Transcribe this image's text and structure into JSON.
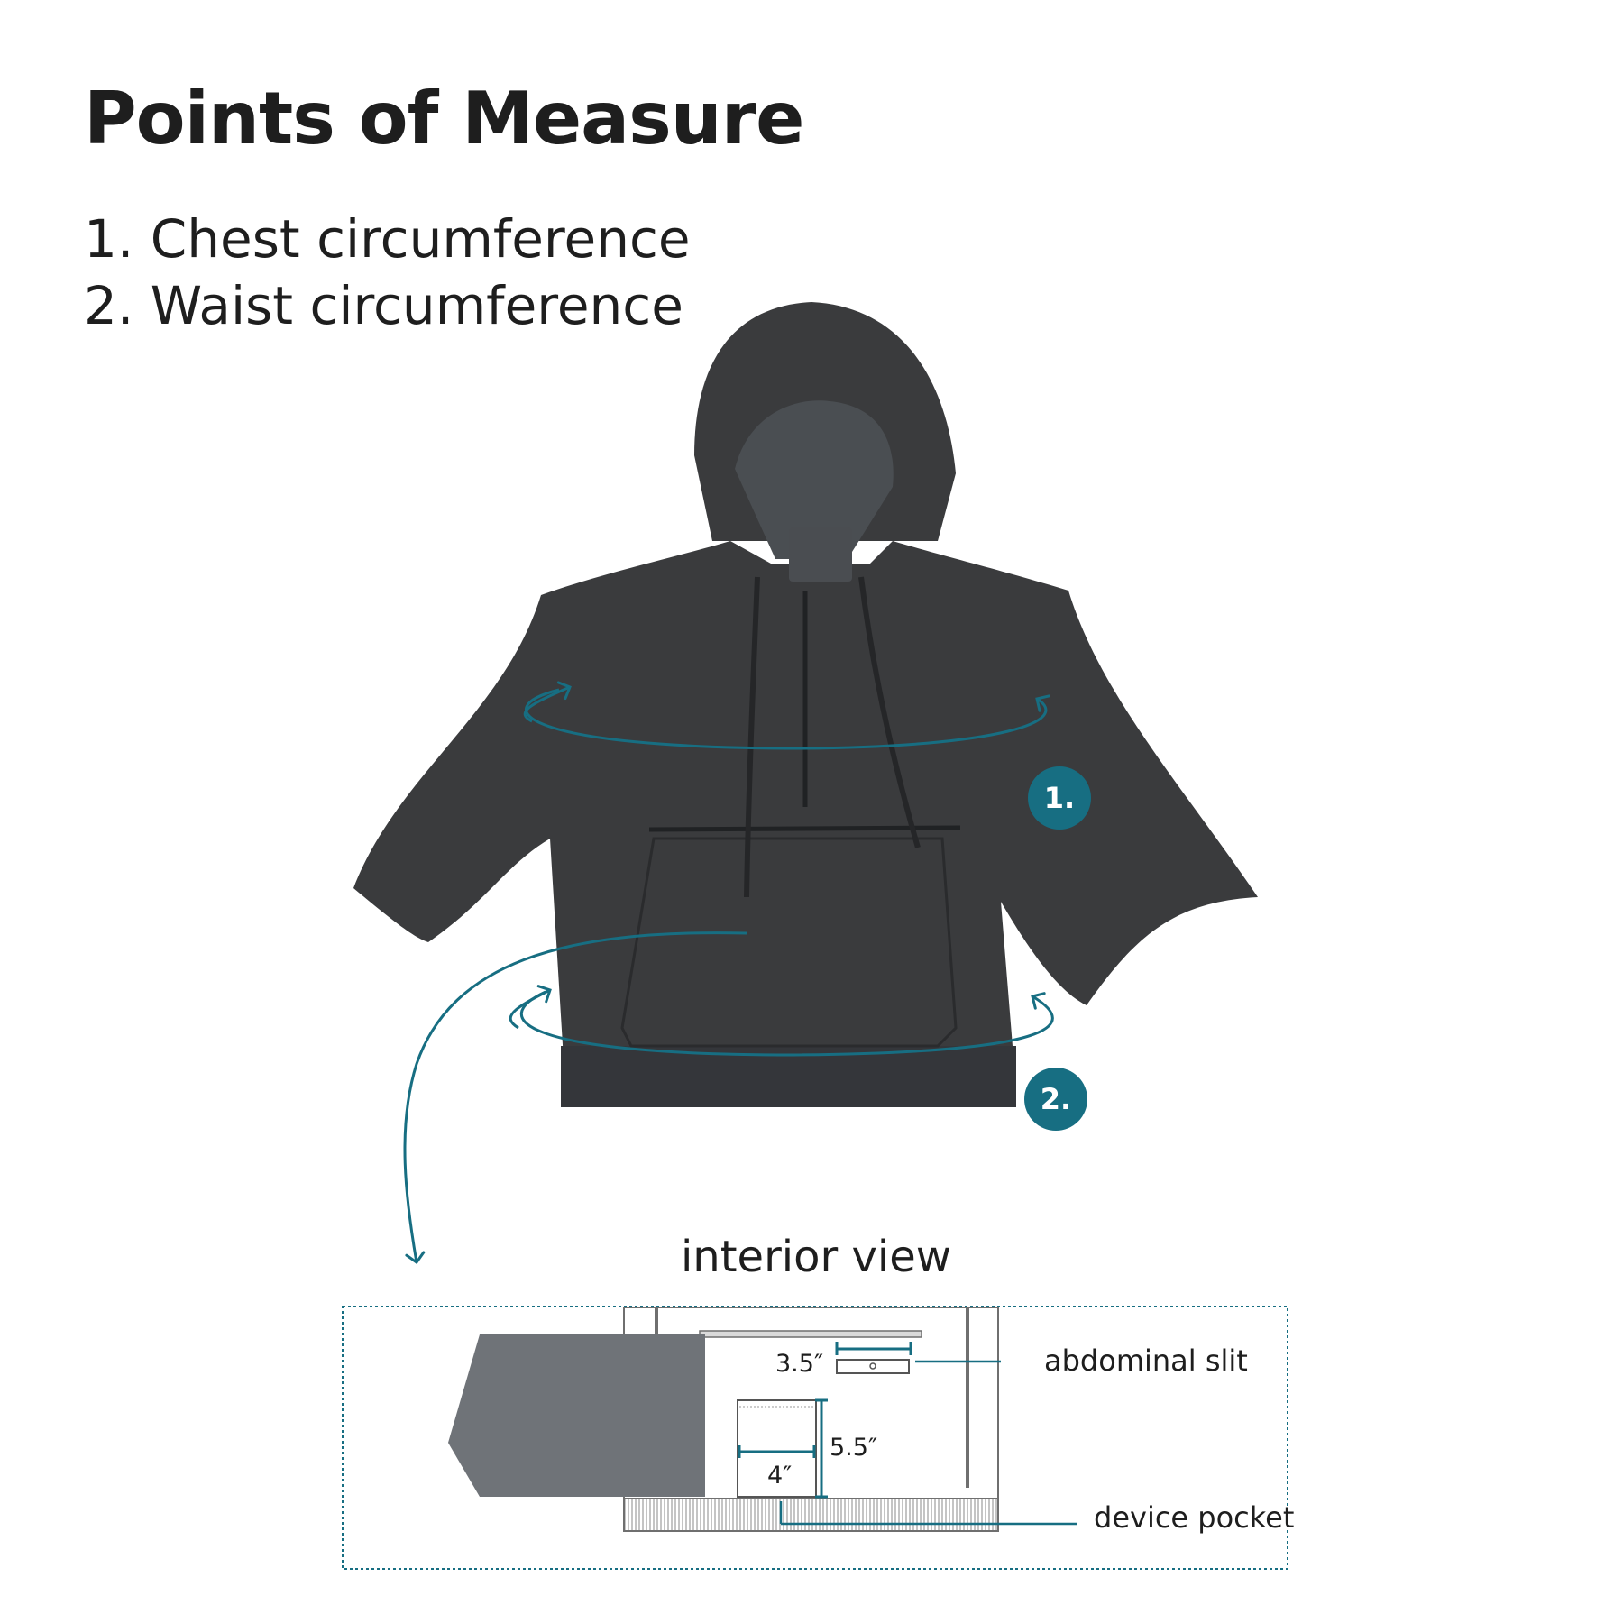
{
  "header": {
    "title": "Points of Measure"
  },
  "points": [
    {
      "label": "1. Chest circumference"
    },
    {
      "label": "2. Waist circumference"
    }
  ],
  "badges": [
    "1.",
    "2."
  ],
  "interior": {
    "title": "interior view",
    "callouts": {
      "slit": "abdominal slit",
      "pocket": "device pocket"
    },
    "dimensions": {
      "slit_width": "3.5″",
      "pocket_height": "5.5″",
      "pocket_width": "4″"
    }
  },
  "colors": {
    "accent": "#176e82",
    "garment": "#3a3b3d",
    "text": "#1e1e1e"
  }
}
